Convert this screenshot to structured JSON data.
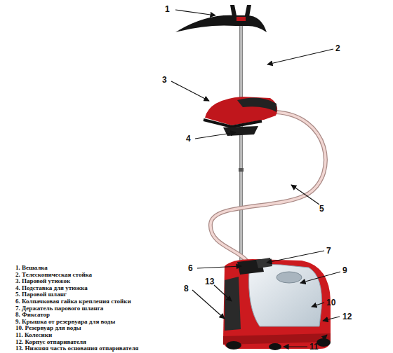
{
  "diagram": {
    "labels": [
      "1",
      "2",
      "3",
      "4",
      "5",
      "6",
      "7",
      "8",
      "9",
      "10",
      "11",
      "12",
      "13",
      "1. Вешалка",
      "2. Телескопическая стойка",
      "3. Паровой утюжок",
      "4. Подставка для утюжка",
      "5. Паровой шланг",
      "6. Колпачковая гайка крепления стойки",
      "7. Держатель парового шланга",
      "8. Фиксатор",
      "9. Крышка от резервуара для воды",
      "10. Резервуар для воды",
      "11. Колесики",
      "12. Корпус отпаривателя",
      "13. Нижняя часть основания отпаривателя"
    ]
  }
}
